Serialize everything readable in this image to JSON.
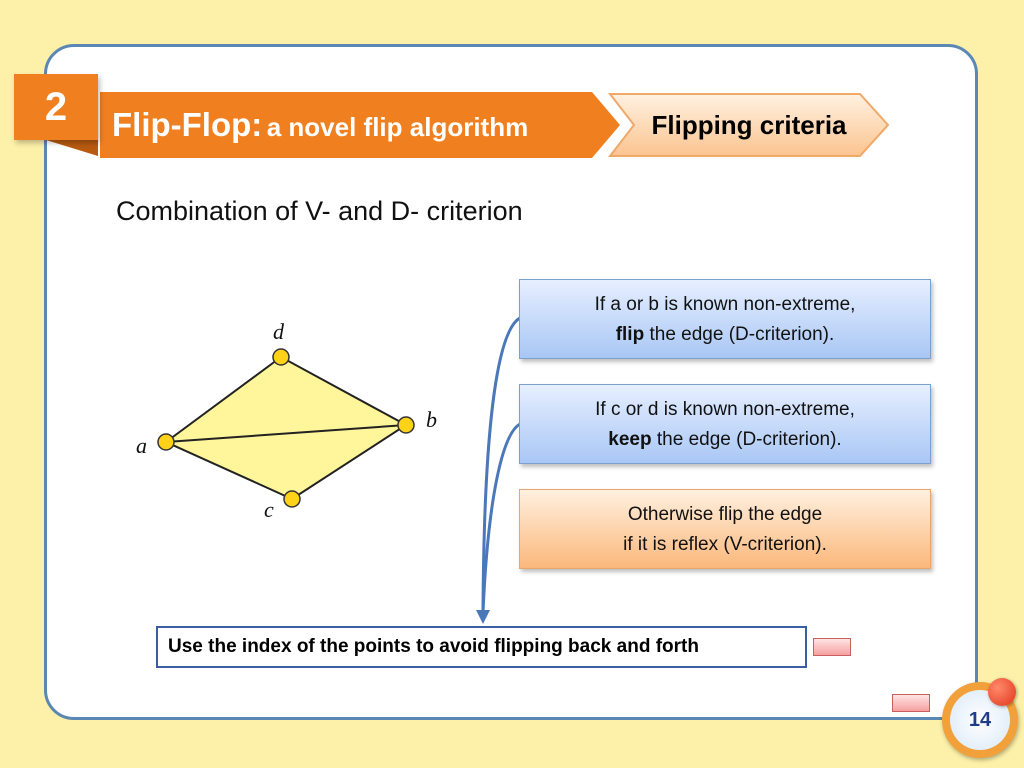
{
  "slide": {
    "number": "2",
    "title_main": "Flip-Flop:",
    "title_sub": "a novel flip algorithm",
    "section": "Flipping criteria",
    "subtitle": "Combination of  V- and D- criterion"
  },
  "diagram": {
    "labels": {
      "a": "a",
      "b": "b",
      "c": "c",
      "d": "d"
    }
  },
  "boxes": [
    {
      "line1": "If a or b is known non-extreme,",
      "line2_bold": "flip",
      "line2_rest": " the edge (D-criterion)."
    },
    {
      "line1": "If c or d is known non-extreme,",
      "line2_bold": "keep",
      "line2_rest": " the edge (D-criterion)."
    },
    {
      "line1": "Otherwise flip the edge",
      "line2": "if it is reflex (V-criterion)."
    }
  ],
  "note": "Use the index of the points to avoid flipping back and forth",
  "page": {
    "number": "14"
  },
  "colors": {
    "background": "#fdf0a8",
    "accent_orange": "#f07f1f",
    "card_border": "#5b87b5",
    "quad_fill": "#fff59a",
    "point_fill": "#ffd21a"
  }
}
